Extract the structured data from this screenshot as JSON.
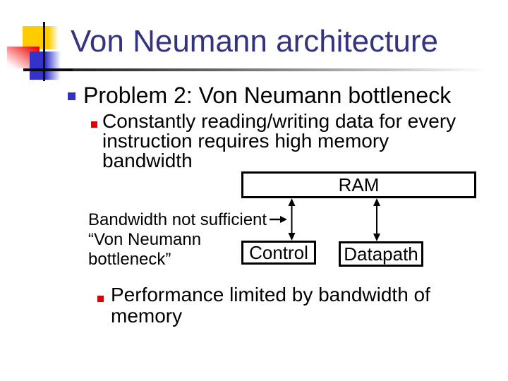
{
  "slide": {
    "title": "Von Neumann architecture",
    "bullet1": "Problem 2: Von Neumann bottleneck",
    "sub_bullet1": {
      "lines": [
        "Constantly reading/writing data for every",
        "instruction requires high memory",
        "bandwidth"
      ]
    },
    "annotation": {
      "lines": [
        "Bandwidth not sufficient",
        "“Von Neumann",
        "bottleneck”"
      ]
    },
    "diagram": {
      "ram_label": "RAM",
      "control_label": "Control",
      "datapath_label": "Datapath"
    },
    "sub_bullet2": {
      "lines": [
        "Performance limited by bandwidth of",
        "memory"
      ]
    },
    "colors": {
      "title_text": "#333380",
      "body_text": "#000000",
      "bullet_level1": "#3333C0",
      "bullet_level2": "#E00000",
      "decoration_yellow": "#FFCC00",
      "decoration_red": "#EE0000",
      "decoration_blue": "#3333CC",
      "box_border": "#000000"
    }
  }
}
